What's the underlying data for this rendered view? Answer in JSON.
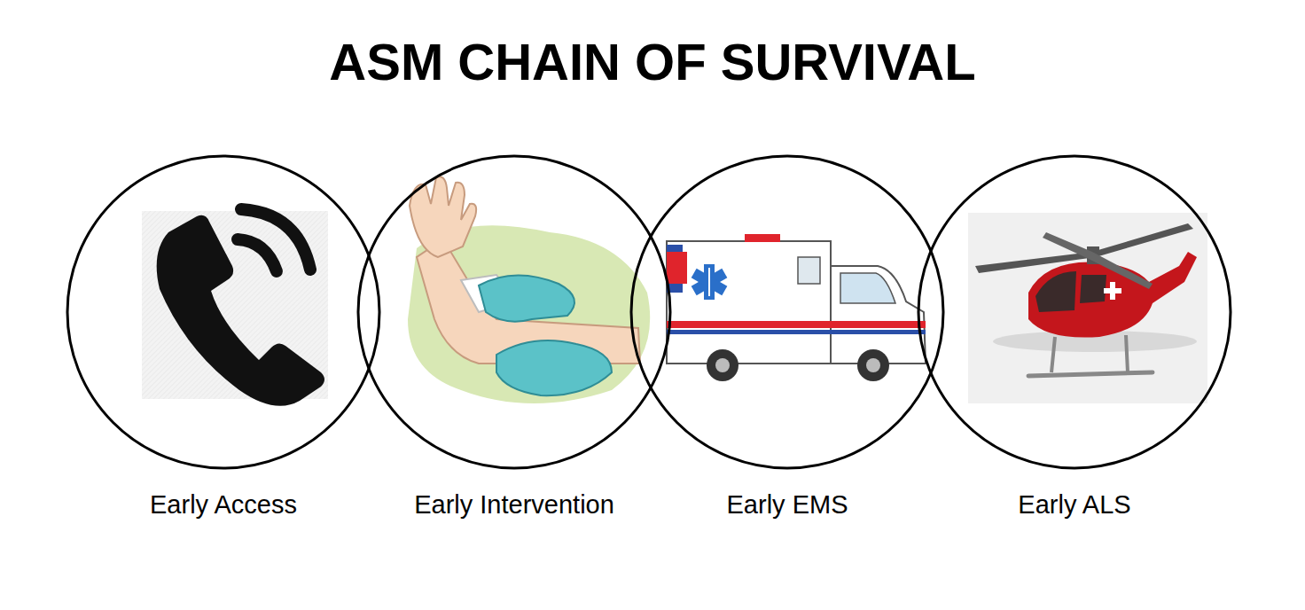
{
  "diagram": {
    "title": "ASM CHAIN OF SURVIVAL",
    "nodes": [
      {
        "text": [
          "Early Access"
        ]
      },
      {
        "text": [
          "Early Intervention"
        ]
      },
      {
        "text": [
          "Early EMS"
        ]
      },
      {
        "text": [
          "Early ALS"
        ]
      }
    ]
  }
}
